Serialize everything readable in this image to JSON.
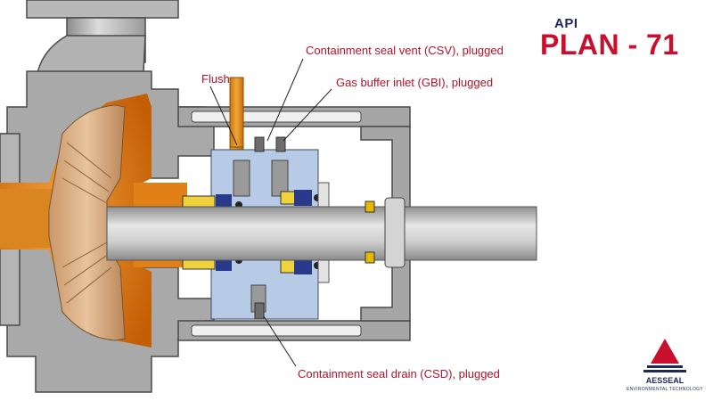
{
  "title": {
    "prefix": "API",
    "main": "PLAN - 71"
  },
  "callouts": {
    "flush": "Flush",
    "csv": "Containment seal vent (CSV), plugged",
    "gbi": "Gas buffer inlet (GBI), plugged",
    "csd": "Containment seal drain (CSD), plugged"
  },
  "logo": {
    "name": "AESSEAL",
    "tagline": "ENVIRONMENTAL TECHNOLOGY"
  },
  "colors": {
    "label_red": "#b0132b",
    "title_red": "#c8102e",
    "title_navy": "#1d2a57",
    "casing_gray": "#a9a9a9",
    "process_fluid": "#e07a10",
    "seal_blue": "#b8cbe6",
    "shaft_gray": "#c4c4c4"
  }
}
